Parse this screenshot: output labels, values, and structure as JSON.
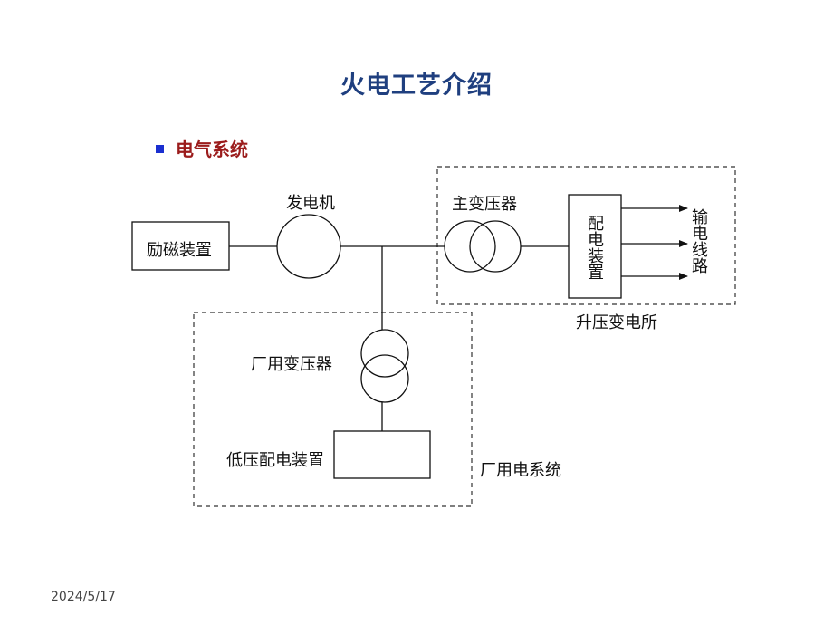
{
  "title": "火电工艺介绍",
  "section": "电气系统",
  "labels": {
    "exciter": "励磁装置",
    "generator": "发电机",
    "main_transformer": "主变压器",
    "distribution": "配电装置",
    "transmission_line": "输电线路",
    "substation": "升压变电所",
    "station_transformer": "厂用变压器",
    "low_voltage_dist": "低压配电装置",
    "station_power_system": "厂用电系统"
  },
  "footer": {
    "date": "2024/5/17"
  },
  "colors": {
    "title": "#1f3f7f",
    "section": "#9b1c1c",
    "bullet": "#1a2fd0"
  }
}
